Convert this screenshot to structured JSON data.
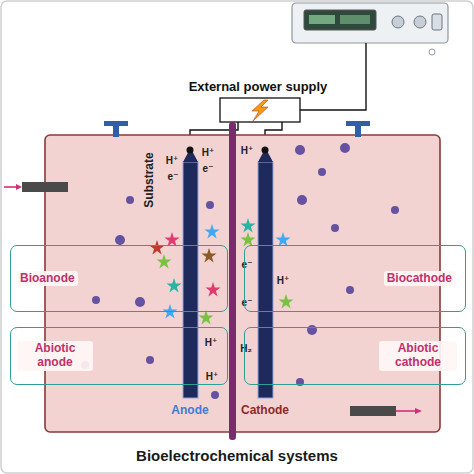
{
  "diagram": {
    "title": "Bioelectrochemical systems",
    "nodes": [
      {
        "text": [
          "Bioanode"
        ]
      },
      {
        "text": [
          "Abiotic anode"
        ]
      },
      {
        "text": [
          "Biocathode"
        ]
      },
      {
        "text": [
          "Abiotic cathode"
        ]
      }
    ],
    "labels": [
      "External power supply",
      "Substrate",
      "Anode",
      "Cathode",
      "H⁺",
      "e⁻",
      "H⁺",
      "e⁻",
      "H⁺",
      "H⁺",
      "e⁻",
      "H⁺",
      "e⁻",
      "H₂",
      "H⁺"
    ]
  }
}
